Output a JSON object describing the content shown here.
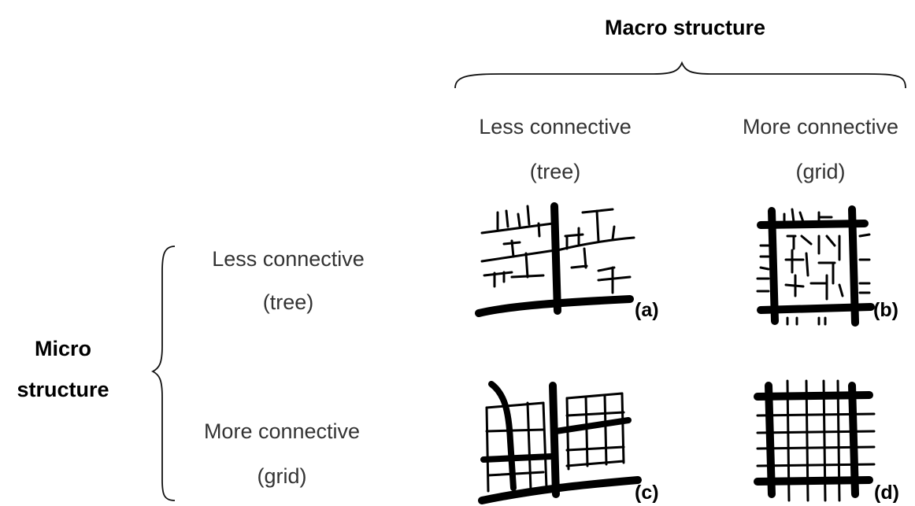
{
  "macro": {
    "title": "Macro structure",
    "less": {
      "line1": "Less connective",
      "line2": "(tree)"
    },
    "more": {
      "line1": "More connective",
      "line2": "(grid)"
    }
  },
  "micro": {
    "title_line1": "Micro",
    "title_line2": "structure",
    "less": {
      "line1": "Less connective",
      "line2": "(tree)"
    },
    "more": {
      "line1": "More connective",
      "line2": "(grid)"
    }
  },
  "panels": {
    "a": "(a)",
    "b": "(b)",
    "c": "(c)",
    "d": "(d)"
  }
}
